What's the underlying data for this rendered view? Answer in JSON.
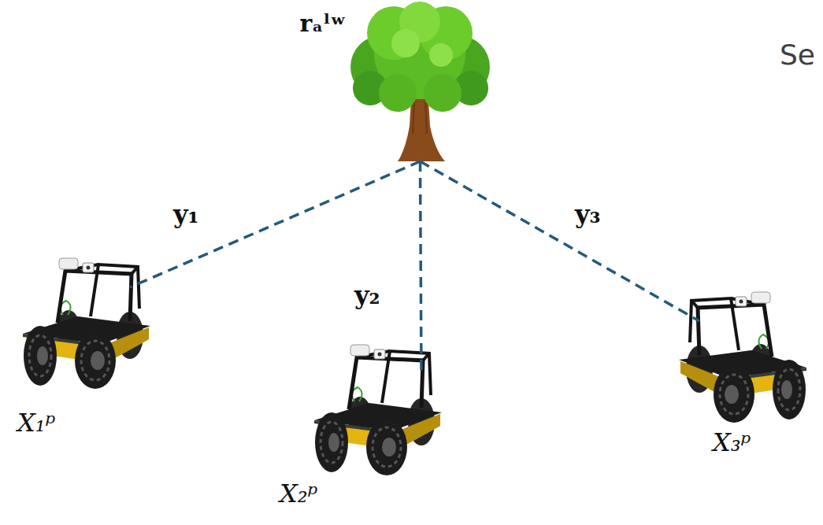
{
  "diagram": {
    "nodes": [
      {
        "text": [
          "rₐˡʷ"
        ]
      },
      {
        "text": [
          "X₁ᵖ"
        ]
      },
      {
        "text": [
          "X₂ᵖ"
        ]
      },
      {
        "text": [
          "X₃ᵖ"
        ]
      }
    ],
    "edges": [
      {
        "from": 0,
        "to": 1,
        "arrow": "none",
        "label": "y₁"
      },
      {
        "from": 0,
        "to": 2,
        "arrow": "none",
        "label": "y₂"
      },
      {
        "from": 0,
        "to": 3,
        "arrow": "none",
        "label": "y₃"
      }
    ],
    "labels": [
      "Se"
    ]
  }
}
